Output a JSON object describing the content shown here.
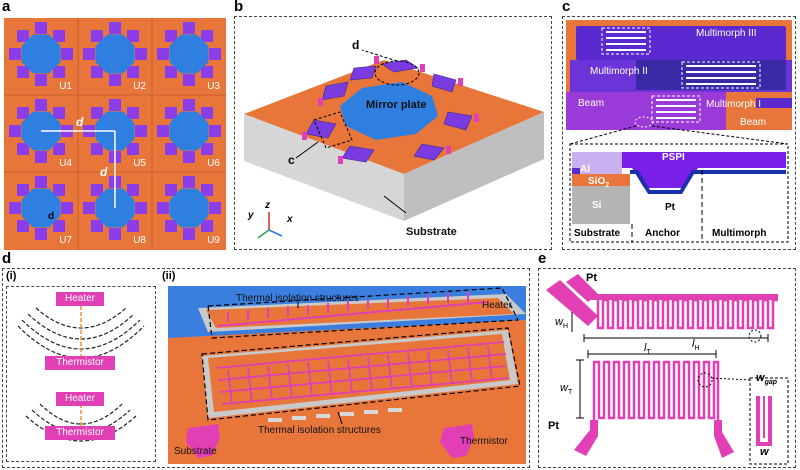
{
  "panel_labels": {
    "a": "a",
    "b": "b",
    "c": "c",
    "d": "d",
    "e": "e"
  },
  "colors": {
    "substrate_orange": "#e8763a",
    "mirror_blue": "#2f7fe0",
    "bimorph_purple": "#8a3de8",
    "pt_pink": "#e23fb4",
    "frame_gray": "#555555"
  },
  "panel_a": {
    "units": [
      "U1",
      "U2",
      "U3",
      "U4",
      "U5",
      "U6",
      "U7",
      "U8",
      "U9"
    ],
    "pitch_label_h": "d",
    "pitch_label_v": "d",
    "corner_label": "d"
  },
  "panel_b": {
    "mirror_label": "Mirror plate",
    "substrate_label": "Substrate",
    "callout_d": "d",
    "callout_c": "c",
    "axes": {
      "y": "y",
      "z": "z",
      "x": "x"
    }
  },
  "panel_c": {
    "labels": {
      "m3": "Multimorph III",
      "m2": "Multimorph II",
      "m1": "Multimorph I",
      "beam_left": "Beam",
      "beam_right": "Beam"
    },
    "cross_section": {
      "al": "Al",
      "pspi": "PSPI",
      "sio2_base": "SiO",
      "sio2_sub": "2",
      "si": "Si",
      "pt": "Pt",
      "regions": [
        "Substrate",
        "Anchor",
        "Multimorph"
      ]
    }
  },
  "panel_d": {
    "sub_i": "(i)",
    "sub_ii": "(ii)",
    "heater": "Heater",
    "thermistor": "Thermistor",
    "heater2": "Heater",
    "thermistor2": "Thermistor",
    "ii_labels": {
      "tis_top": "Thermal isolation structures",
      "tis_bottom": "Thermal isolation structures",
      "heater": "Heater",
      "thermistor": "Thermistor",
      "substrate": "Substrate"
    }
  },
  "panel_e": {
    "pt_top": "Pt",
    "pt_bottom": "Pt",
    "wH": "w",
    "wH_sub": "H",
    "lT": "l",
    "lT_sub": "T",
    "lH": "l",
    "lH_sub": "H",
    "wT": "w",
    "wT_sub": "T",
    "wgap": "w",
    "wgap_sub": "gap",
    "w": "w"
  }
}
